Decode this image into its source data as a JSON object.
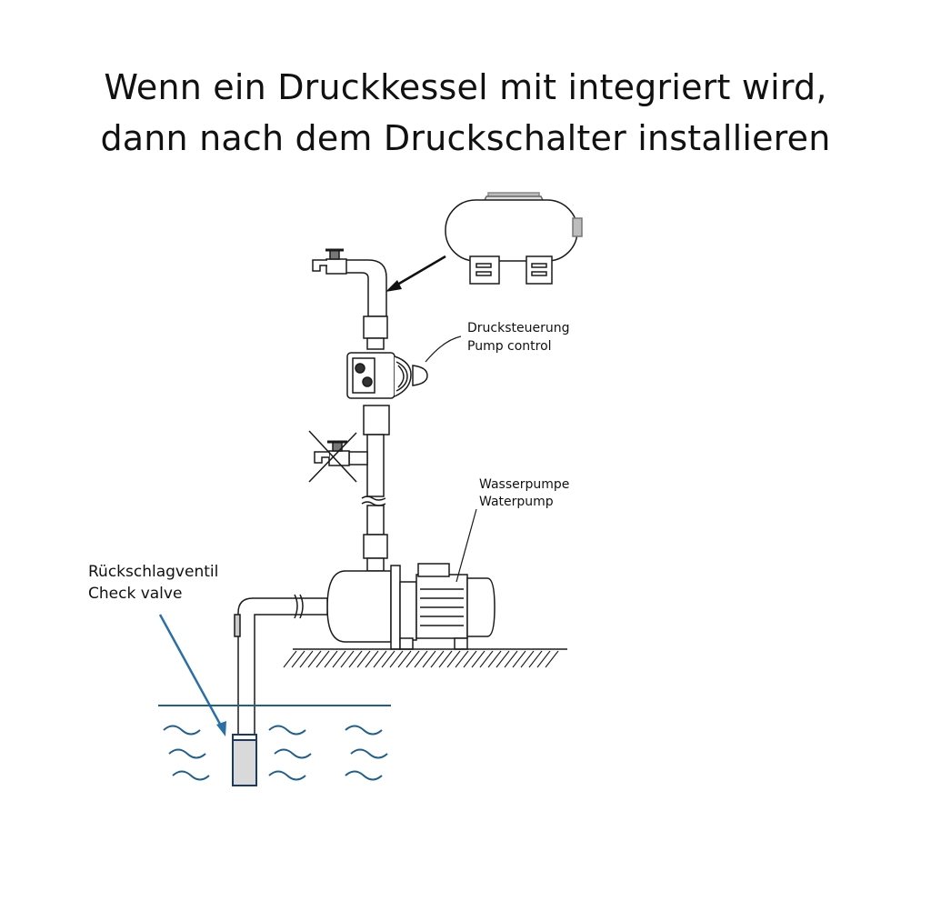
{
  "title": {
    "line1": "Wenn ein Druckkessel mit integriert wird,",
    "line2": "dann nach dem Druckschalter installieren"
  },
  "labels": {
    "pump_control_de": "Drucksteuerung",
    "pump_control_en": "Pump control",
    "water_pump_de": "Wasserpumpe",
    "water_pump_en": "Waterpump",
    "check_valve_de": "Rückschlagventil",
    "check_valve_en": "Check valve"
  },
  "colors": {
    "line": "#1a1a1a",
    "water": "#1f5f8b",
    "arrow_blue": "#2a6fa5",
    "valve_fill": "#d9d9d9"
  }
}
